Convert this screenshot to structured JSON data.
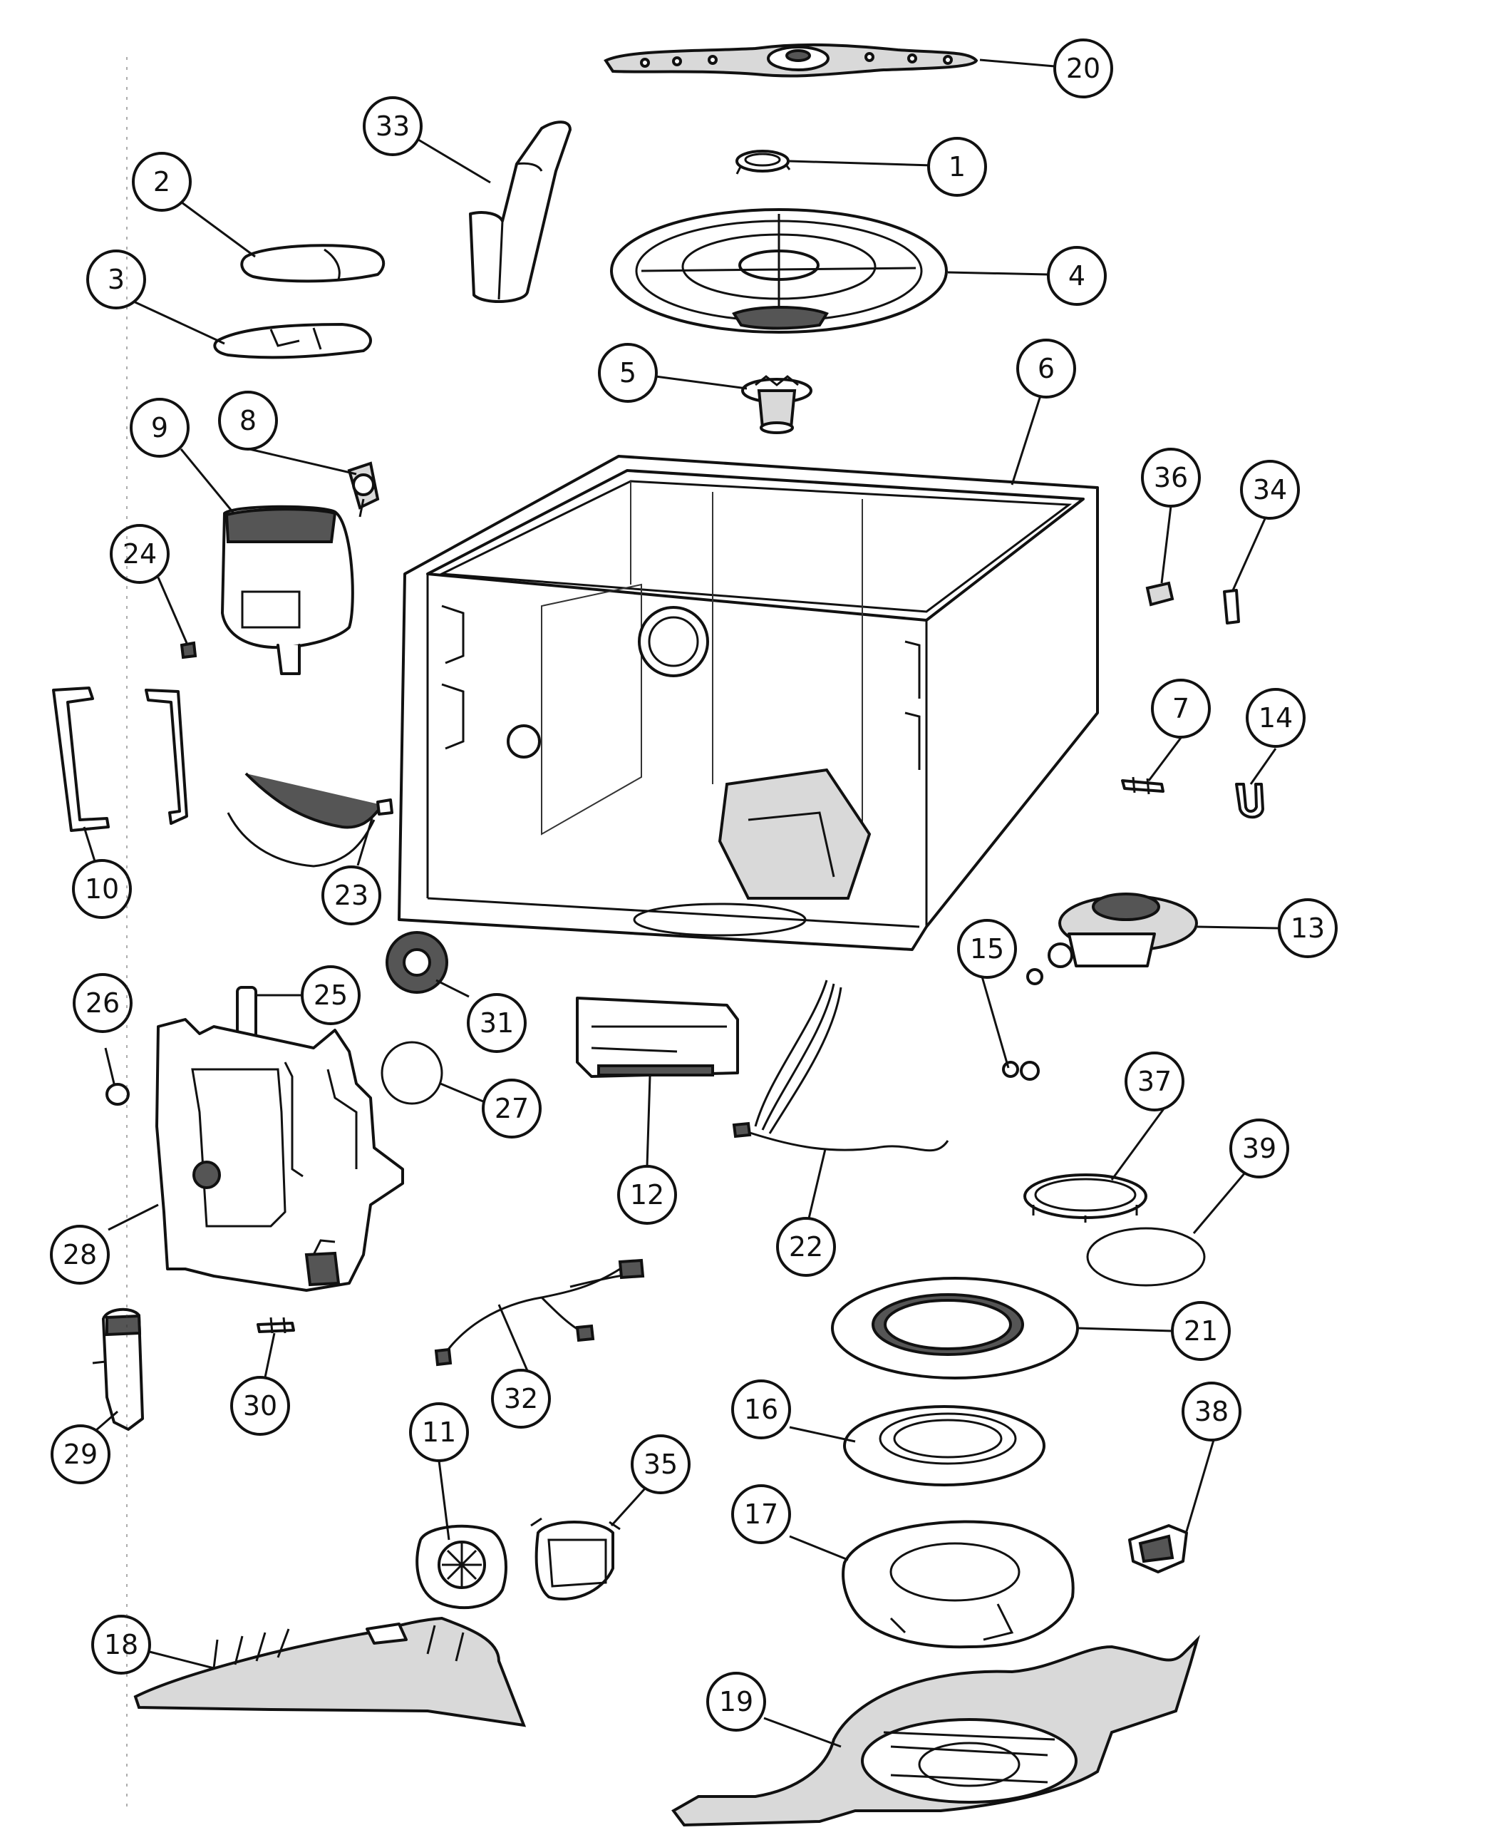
{
  "callouts": [
    {
      "id": "20",
      "label": "20"
    },
    {
      "id": "1",
      "label": "1"
    },
    {
      "id": "33",
      "label": "33"
    },
    {
      "id": "2",
      "label": "2"
    },
    {
      "id": "3",
      "label": "3"
    },
    {
      "id": "4",
      "label": "4"
    },
    {
      "id": "5",
      "label": "5"
    },
    {
      "id": "6",
      "label": "6"
    },
    {
      "id": "9",
      "label": "9"
    },
    {
      "id": "8",
      "label": "8"
    },
    {
      "id": "36",
      "label": "36"
    },
    {
      "id": "34",
      "label": "34"
    },
    {
      "id": "24",
      "label": "24"
    },
    {
      "id": "7",
      "label": "7"
    },
    {
      "id": "14",
      "label": "14"
    },
    {
      "id": "10",
      "label": "10"
    },
    {
      "id": "23",
      "label": "23"
    },
    {
      "id": "13",
      "label": "13"
    },
    {
      "id": "15",
      "label": "15"
    },
    {
      "id": "25",
      "label": "25"
    },
    {
      "id": "26",
      "label": "26"
    },
    {
      "id": "31",
      "label": "31"
    },
    {
      "id": "27",
      "label": "27"
    },
    {
      "id": "12",
      "label": "12"
    },
    {
      "id": "37",
      "label": "37"
    },
    {
      "id": "39",
      "label": "39"
    },
    {
      "id": "28",
      "label": "28"
    },
    {
      "id": "22",
      "label": "22"
    },
    {
      "id": "21",
      "label": "21"
    },
    {
      "id": "30",
      "label": "30"
    },
    {
      "id": "32",
      "label": "32"
    },
    {
      "id": "29",
      "label": "29"
    },
    {
      "id": "16",
      "label": "16"
    },
    {
      "id": "38",
      "label": "38"
    },
    {
      "id": "11",
      "label": "11"
    },
    {
      "id": "35",
      "label": "35"
    },
    {
      "id": "17",
      "label": "17"
    },
    {
      "id": "18",
      "label": "18"
    },
    {
      "id": "19",
      "label": "19"
    }
  ]
}
